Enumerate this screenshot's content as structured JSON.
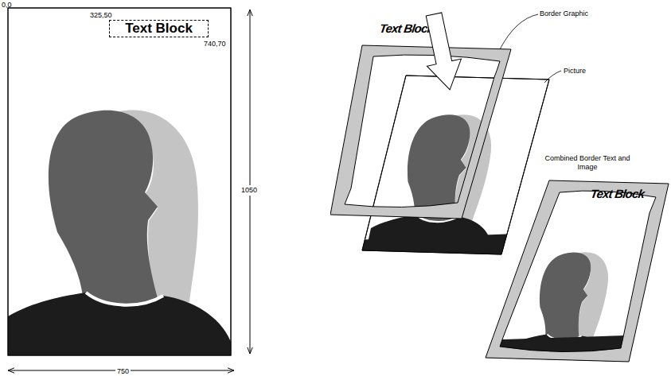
{
  "diagram": {
    "nodes": [
      {
        "text": [
          "Text Block"
        ]
      },
      {
        "text": [
          "Text Block"
        ]
      },
      {
        "text": [
          "Text Block"
        ]
      }
    ],
    "labels": [
      "0,0",
      "325,50",
      "740,70",
      "1050",
      "750",
      "Border Graphic",
      "Picture",
      "Combined Border Text and Image"
    ]
  }
}
